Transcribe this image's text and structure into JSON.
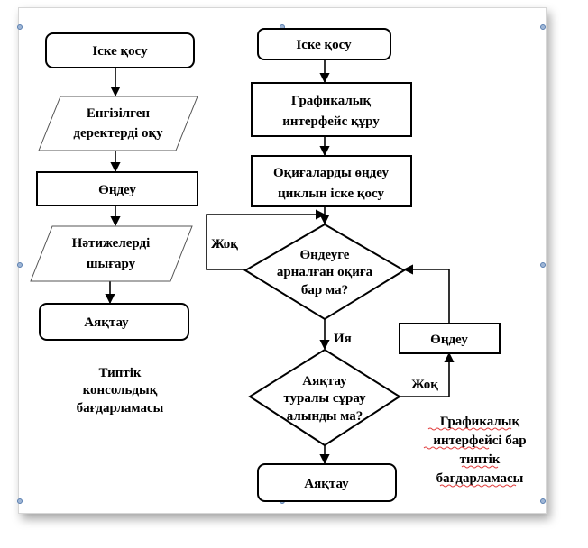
{
  "diagram": {
    "left": {
      "start": "Іске қосу",
      "input": [
        "Енгізілген",
        "деректерді оқу"
      ],
      "process": "Өңдеу",
      "output": [
        "Нәтижелерді",
        "шығару"
      ],
      "end": "Аяқтау",
      "caption": [
        "Типтік",
        "консольдық",
        "бағдарламасы"
      ]
    },
    "right": {
      "start": "Іске қосу",
      "create_ui": [
        "Графикалық",
        "интерфейс құру"
      ],
      "event_loop": [
        "Оқиғаларды өңдеу",
        "циклын  іске қосу"
      ],
      "decision1": [
        "Өңдеуге",
        "арналған оқиға",
        "бар ма?"
      ],
      "decision1_no": "Жоқ",
      "decision1_yes": "Ия",
      "decision2": [
        "Аяқтау",
        "туралы сұрау",
        "алынды ма?"
      ],
      "decision2_no": "Жоқ",
      "process": "Өңдеу",
      "end": "Аяқтау",
      "caption": [
        "Графикалық",
        "интерфейсі бар",
        "типтік",
        "бағдарламасы"
      ]
    }
  }
}
